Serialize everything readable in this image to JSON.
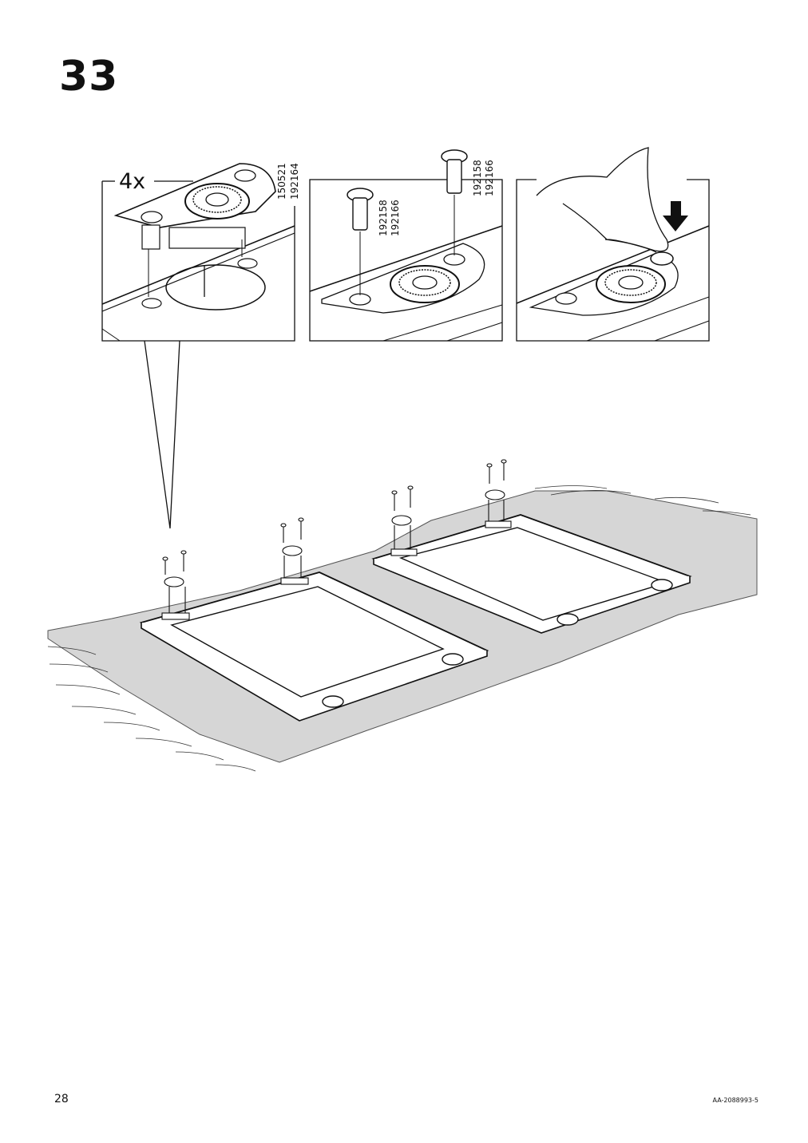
{
  "step": {
    "number": "33"
  },
  "detail_panels": [
    {
      "quantity": "4x",
      "part_numbers": [
        "150521",
        "192164"
      ]
    },
    {
      "part_numbers": [
        "192158",
        "192166"
      ],
      "second_part_numbers": [
        "192158",
        "192166"
      ]
    },
    {
      "action": "press-down"
    }
  ],
  "footer": {
    "page_number": "28",
    "doc_code": "AA-2088993-5"
  },
  "colors": {
    "line": "#111111",
    "floor": "#d6d6d6",
    "panel_bg": "#ffffff"
  }
}
